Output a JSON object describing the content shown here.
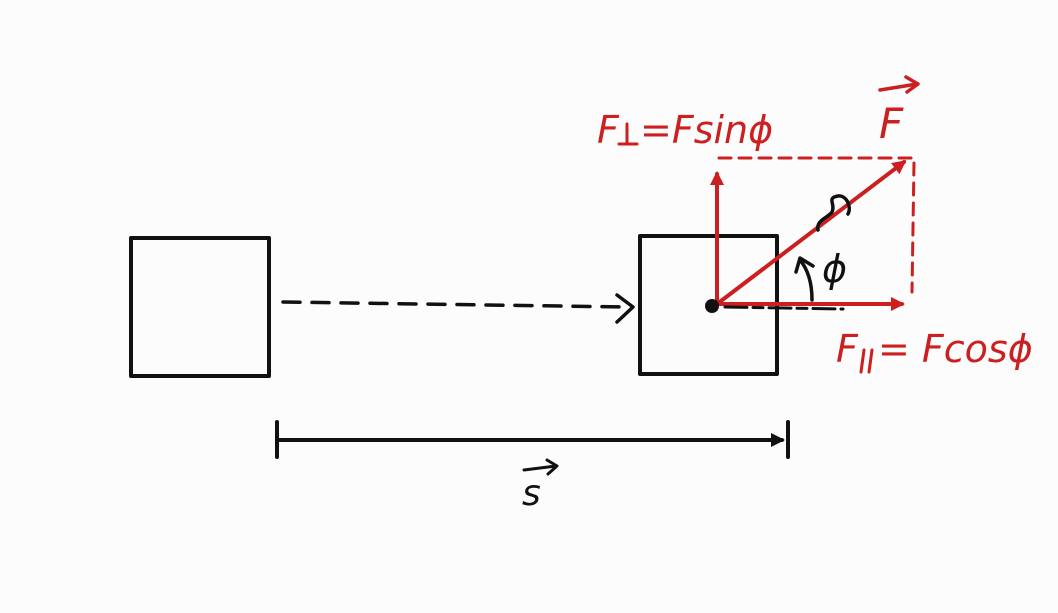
{
  "labels": {
    "f_perp_left": "F",
    "f_perp_right": "=Fsinϕ",
    "f_parallel_left": "F",
    "f_parallel_right": "= Fcosϕ",
    "force": "F",
    "angle": "ϕ",
    "displacement": "s"
  },
  "colors": {
    "ink": "#111111",
    "force": "#cc1f1f",
    "background": "#fcfcfc"
  }
}
